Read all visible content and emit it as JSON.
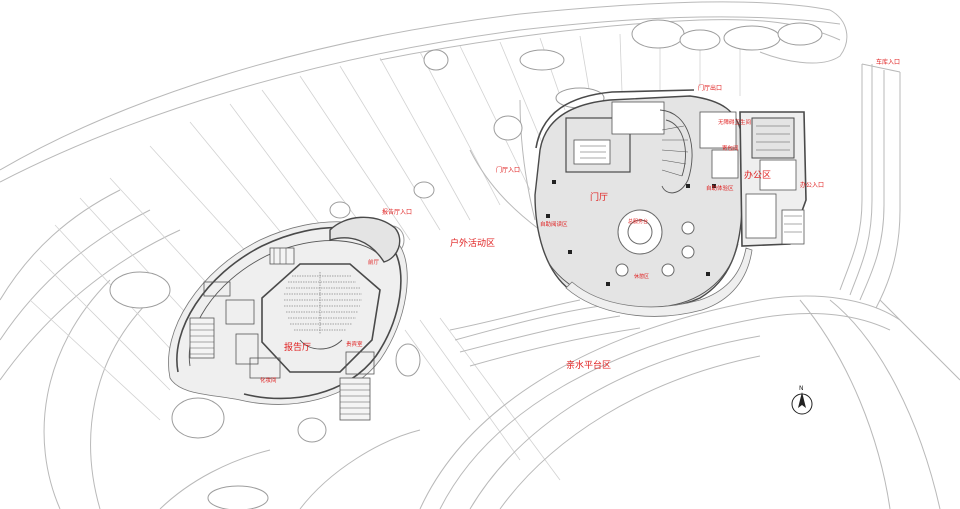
{
  "labels": {
    "parking_entrance": "车库入口",
    "hall_exit": "门厅出口",
    "accessible_wc": "无障碍卫生间",
    "storage": "寄包间",
    "hall_entrance": "门厅入口",
    "office_area": "办公区",
    "self_service_area": "自助体验区",
    "office_entrance": "办公入口",
    "lobby": "门厅",
    "self_study_area": "自助阅读区",
    "service_desk": "总服务台",
    "rest_area": "休憩区",
    "lecture_hall_entrance": "报告厅入口",
    "outdoor_activity_area": "户外活动区",
    "foyer": "前厅",
    "lecture_hall": "报告厅",
    "lounge": "贵宾室",
    "dressing_room": "化妆间",
    "waterfront_terrace": "亲水平台区"
  },
  "compass": {
    "letter": "N"
  },
  "colors": {
    "label": "#e02020",
    "line": "#b9b9b9",
    "wall": "#4a4a4a",
    "floor": "#e4e4e4"
  }
}
